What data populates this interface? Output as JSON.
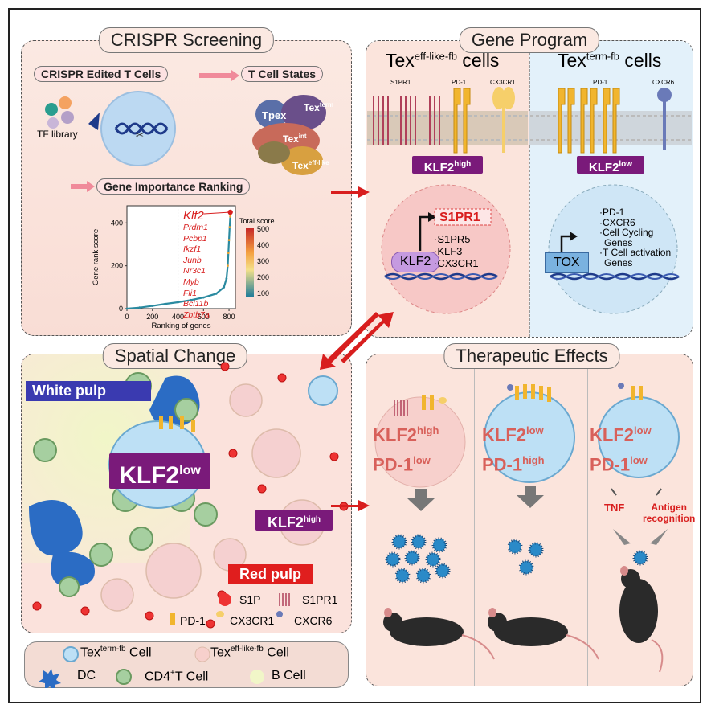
{
  "panels": {
    "crispr": {
      "title": "CRISPR Screening",
      "edited_label": "CRISPR Edited T Cells",
      "states_label": "T Cell States",
      "tf_library": "TF library",
      "ranking_label": "Gene Importance Ranking",
      "states": {
        "tpex": "Tpex",
        "term": "Tex",
        "term_sup": "term",
        "int": "Tex",
        "int_sup": "int",
        "eff": "Tex",
        "eff_sup": "eff-like"
      }
    },
    "gene_program": {
      "title": "Gene Program",
      "left_cells_main": "Tex",
      "left_cells_sup": "eff-like-fb",
      "left_cells_tail": " cells",
      "right_cells_main": "Tex",
      "right_cells_sup": "term-fb",
      "right_cells_tail": " cells",
      "receptors_left": [
        "S1PR1",
        "PD-1",
        "CX3CR1"
      ],
      "receptors_right": [
        "PD-1",
        "CXCR6"
      ],
      "klf2_high": "KLF2",
      "high": "high",
      "klf2_low": "KLF2",
      "low": "low",
      "klf2_node": "KLF2",
      "s1pr1": "S1PR1",
      "targets_left": [
        "·S1PR5",
        "·KLF3",
        "·CX3CR1"
      ],
      "tox_node": "TOX",
      "targets_right": [
        "·PD-1",
        "·CXCR6",
        "·Cell Cycling",
        "Genes",
        "·T Cell activation",
        "Genes"
      ]
    },
    "spatial": {
      "title": "Spatial Change",
      "white_pulp": "White pulp",
      "red_pulp": "Red pulp",
      "klf2_low_main": "KLF2",
      "klf2_low_sup": "low",
      "klf2_high_main": "KLF2",
      "klf2_high_sup": "high",
      "legend": {
        "s1p": "S1P",
        "s1pr1": "S1PR1",
        "pd1": "PD-1",
        "cx3cr1": "CX3CR1",
        "cxcr6": "CXCR6"
      }
    },
    "therapeutic": {
      "title": "Therapeutic Effects",
      "cells": [
        {
          "l1": "KLF2",
          "s1": "high",
          "l2": "PD-1",
          "s2": "low"
        },
        {
          "l1": "KLF2",
          "s1": "low",
          "l2": "PD-1",
          "s2": "high"
        },
        {
          "l1": "KLF2",
          "s1": "low",
          "l2": "PD-1",
          "s2": "low"
        }
      ],
      "tnf": "TNF",
      "antigen": "Antigen",
      "recognition": "recognition"
    }
  },
  "bottom_legend": {
    "tex_term": "Tex",
    "tex_term_sup": "term-fb",
    "tex_term_tail": " Cell",
    "tex_eff": "Tex",
    "tex_eff_sup": "eff-like-fb",
    "tex_eff_tail": " Cell",
    "dc": "DC",
    "cd4": "CD4",
    "cd4_sup": "+",
    "cd4_tail": "T Cell",
    "bcell": "B Cell"
  },
  "chart_data": {
    "type": "scatter",
    "title": "",
    "xlabel": "Ranking of genes",
    "ylabel": "Gene rank score",
    "xlim": [
      0,
      850
    ],
    "ylim": [
      0,
      480
    ],
    "xticks": [
      0,
      200,
      400,
      600,
      800
    ],
    "yticks": [
      0,
      200,
      400
    ],
    "colorbar_title": "Total score",
    "colorbar_ticks": [
      500,
      400,
      300,
      200,
      100
    ],
    "threshold_x": 400,
    "highlight_genes": [
      "Klf2",
      "Prdm1",
      "Pcbp1",
      "Ikzf1",
      "Junb",
      "Nr3c1",
      "Myb",
      "Fli1",
      "Bcl11b",
      "Zbtb7a"
    ],
    "curve": [
      [
        0,
        0
      ],
      [
        100,
        5
      ],
      [
        200,
        13
      ],
      [
        300,
        22
      ],
      [
        400,
        30
      ],
      [
        500,
        40
      ],
      [
        600,
        52
      ],
      [
        700,
        70
      ],
      [
        760,
        100
      ],
      [
        780,
        140
      ],
      [
        790,
        200
      ],
      [
        795,
        260
      ],
      [
        800,
        320
      ],
      [
        805,
        380
      ],
      [
        810,
        430
      ]
    ],
    "top_point": [
      810,
      450
    ]
  },
  "colors": {
    "magenta": "#7a1a7a",
    "red": "#d81e1e",
    "navy": "#2a2a8a",
    "pink_bg": "#fbe4dc",
    "blue_bg": "#e3f1fa"
  }
}
